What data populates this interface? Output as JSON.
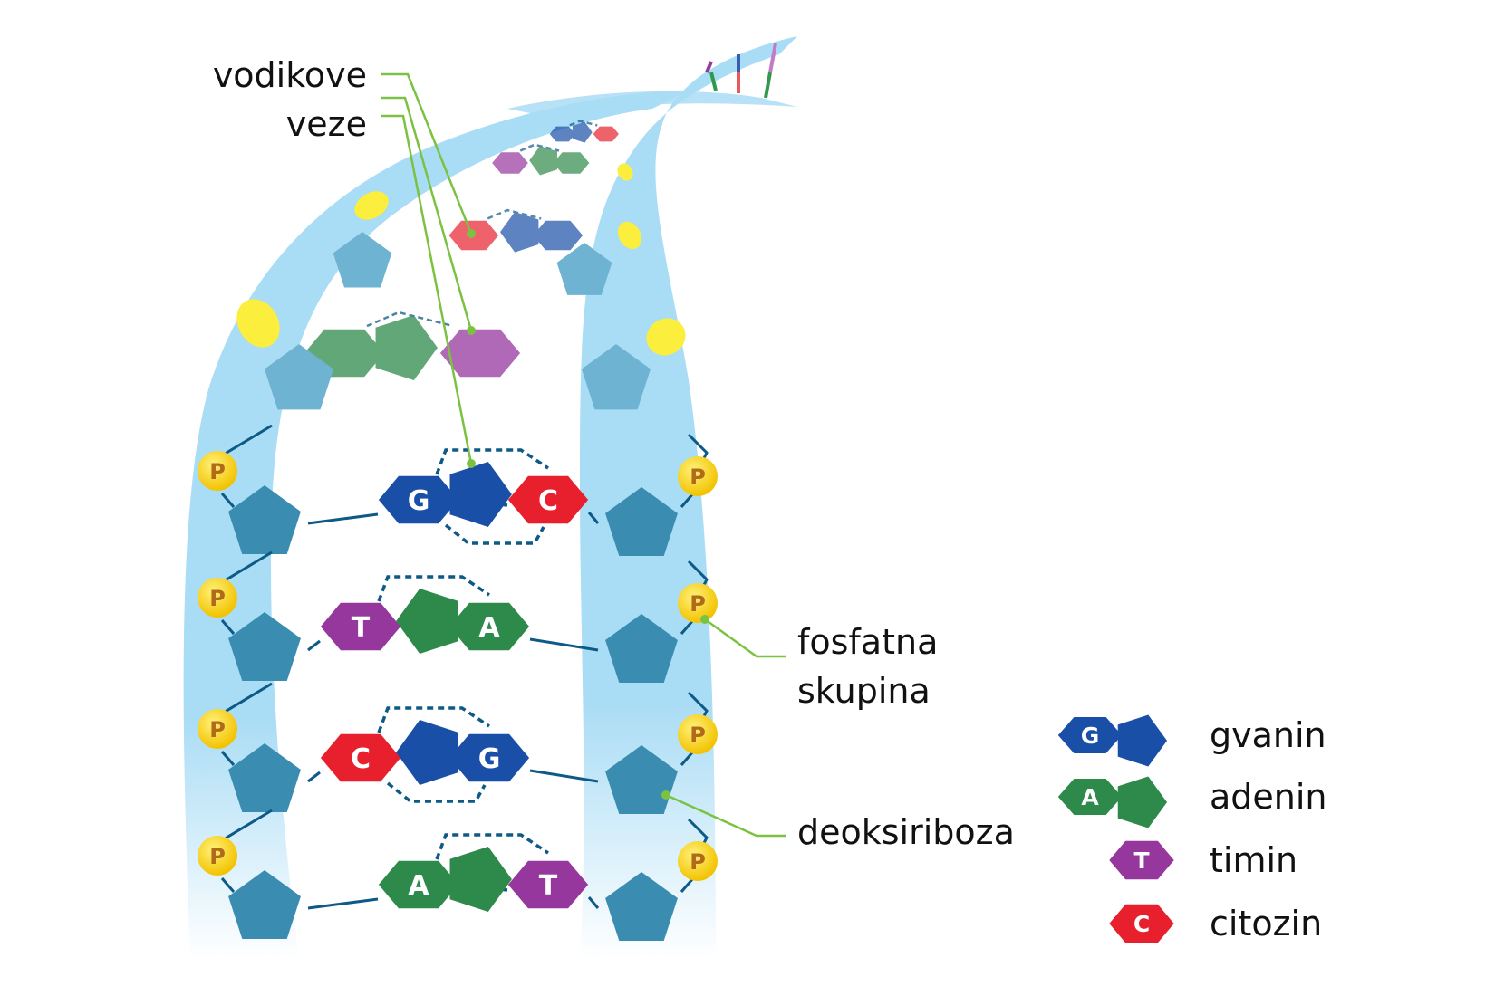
{
  "labels": {
    "hydrogen_bonds_line1": "vodikove",
    "hydrogen_bonds_line2": "veze",
    "phosphate_line1": "fosfatna",
    "phosphate_line2": "skupina",
    "deoxyribose": "deoksiriboza"
  },
  "colors": {
    "backbone_band": "#a9dcf5",
    "sugar": "#3a8db0",
    "sugar_light": "#6fb3d3",
    "bond_line": "#0e5a86",
    "phosphate": "#f6cf1a",
    "phosphate_faded": "#fbee3c",
    "leader_line": "#7cc242",
    "guanine": "#1a4fa8",
    "adenine": "#2e8a4a",
    "thymine": "#96379d",
    "cytosine": "#e8202e"
  },
  "base_pairs": [
    {
      "left": "G",
      "right": "C",
      "labeled": true
    },
    {
      "left": "T",
      "right": "A",
      "labeled": true
    },
    {
      "left": "C",
      "right": "G",
      "labeled": true
    },
    {
      "left": "A",
      "right": "T",
      "labeled": true
    }
  ],
  "faded_pairs": [
    {
      "left": "A",
      "right": "T"
    },
    {
      "left": "C",
      "right": "G"
    },
    {
      "left": "T",
      "right": "A"
    },
    {
      "left": "G",
      "right": "C"
    }
  ],
  "phosphate_symbol": "P",
  "legend": [
    {
      "letter": "G",
      "name": "gvanin",
      "base": "guanine",
      "shape": "double"
    },
    {
      "letter": "A",
      "name": "adenin",
      "base": "adenine",
      "shape": "double"
    },
    {
      "letter": "T",
      "name": "timin",
      "base": "thymine",
      "shape": "single"
    },
    {
      "letter": "C",
      "name": "citozin",
      "base": "cytosine",
      "shape": "single"
    }
  ]
}
